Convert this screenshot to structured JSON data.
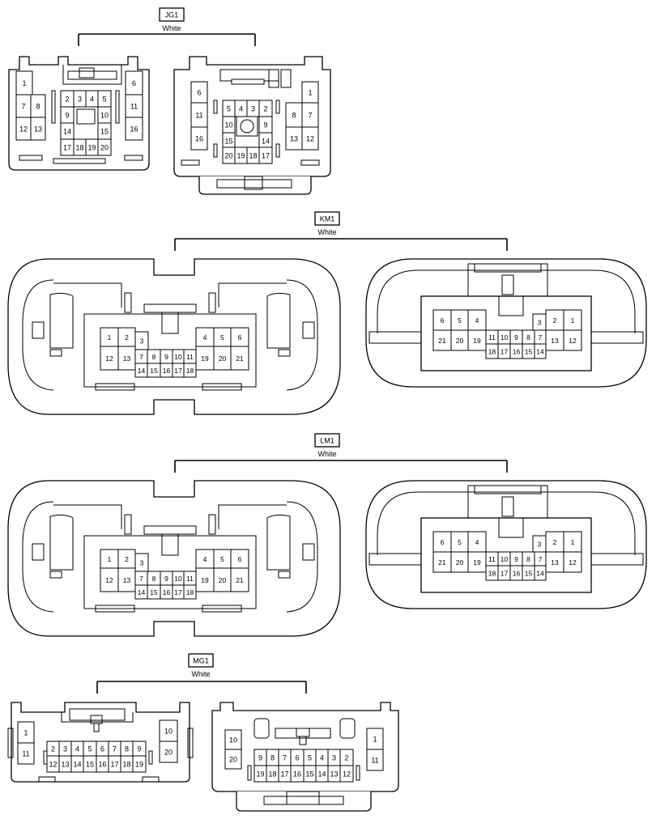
{
  "connectors": [
    {
      "id": "JG1",
      "color": "White",
      "views": [
        {
          "side": "left",
          "pins": [
            "1",
            "7",
            "8",
            "12",
            "13",
            "2",
            "3",
            "4",
            "5",
            "9",
            "10",
            "14",
            "15",
            "17",
            "18",
            "19",
            "20",
            "6",
            "11",
            "16"
          ]
        },
        {
          "side": "right",
          "pins": [
            "6",
            "11",
            "16",
            "5",
            "4",
            "3",
            "2",
            "10",
            "9",
            "15",
            "14",
            "20",
            "19",
            "18",
            "17",
            "1",
            "8",
            "7",
            "13",
            "12"
          ]
        }
      ]
    },
    {
      "id": "KM1",
      "color": "White",
      "views": [
        {
          "side": "left",
          "pins": [
            "1",
            "2",
            "3",
            "12",
            "13",
            "7",
            "8",
            "9",
            "10",
            "11",
            "14",
            "15",
            "16",
            "17",
            "18",
            "4",
            "5",
            "6",
            "19",
            "20",
            "21"
          ]
        },
        {
          "side": "right",
          "pins": [
            "6",
            "5",
            "4",
            "21",
            "20",
            "19",
            "11",
            "10",
            "9",
            "8",
            "7",
            "18",
            "17",
            "16",
            "15",
            "14",
            "3",
            "2",
            "1",
            "13",
            "12"
          ]
        }
      ]
    },
    {
      "id": "LM1",
      "color": "White",
      "views": [
        {
          "side": "left",
          "pins": [
            "1",
            "2",
            "3",
            "12",
            "13",
            "7",
            "8",
            "9",
            "10",
            "11",
            "14",
            "15",
            "16",
            "17",
            "18",
            "4",
            "5",
            "6",
            "19",
            "20",
            "21"
          ]
        },
        {
          "side": "right",
          "pins": [
            "6",
            "5",
            "4",
            "21",
            "20",
            "19",
            "11",
            "10",
            "9",
            "8",
            "7",
            "18",
            "17",
            "16",
            "15",
            "14",
            "3",
            "2",
            "1",
            "13",
            "12"
          ]
        }
      ]
    },
    {
      "id": "MG1",
      "color": "White",
      "views": [
        {
          "side": "left",
          "pins": [
            "1",
            "11",
            "2",
            "3",
            "4",
            "5",
            "6",
            "7",
            "8",
            "9",
            "12",
            "13",
            "14",
            "15",
            "16",
            "17",
            "18",
            "19",
            "10",
            "20"
          ]
        },
        {
          "side": "right",
          "pins": [
            "10",
            "20",
            "9",
            "8",
            "7",
            "6",
            "5",
            "4",
            "3",
            "2",
            "19",
            "18",
            "17",
            "16",
            "15",
            "14",
            "13",
            "12",
            "1",
            "11"
          ]
        }
      ]
    }
  ]
}
